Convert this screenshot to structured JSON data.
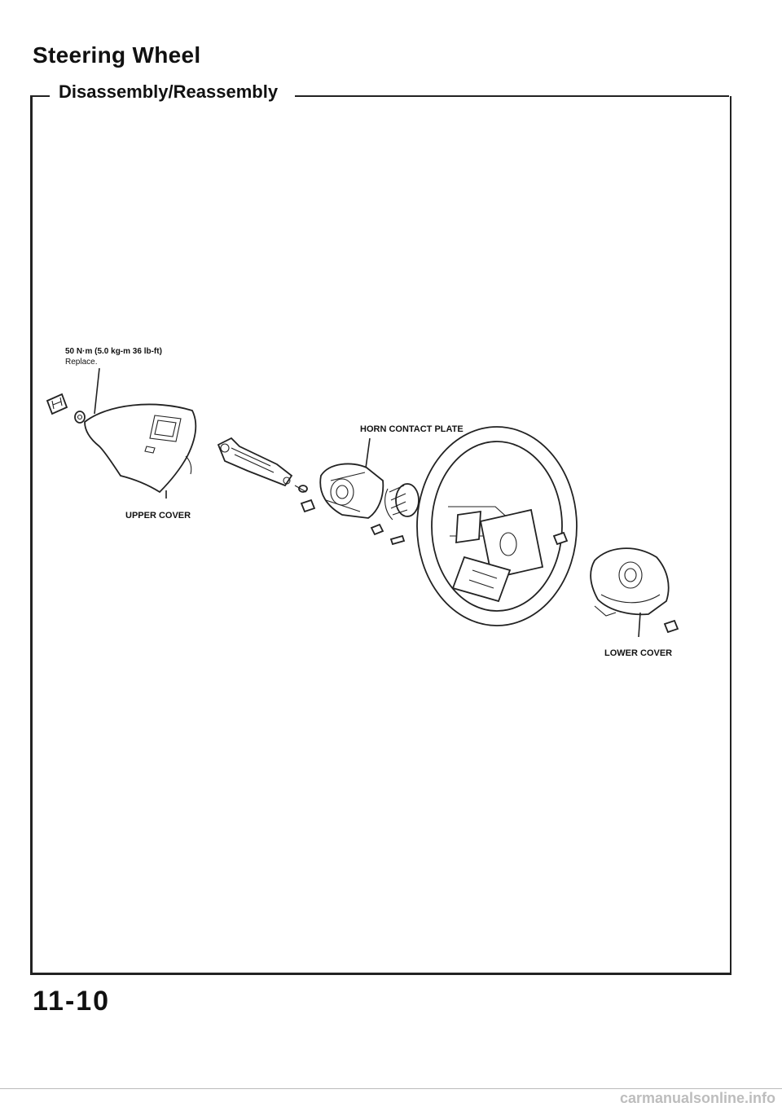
{
  "page": {
    "title": "Steering Wheel",
    "section": "Disassembly/Reassembly",
    "page_number": "11-10",
    "footer_watermark": "carmanualsonline.info"
  },
  "diagram": {
    "torque_spec": "50 N·m (5.0 kg-m 36 lb-ft)",
    "torque_note": "Replace.",
    "labels": {
      "upper_cover": "UPPER COVER",
      "horn_contact_plate": "HORN CONTACT PLATE",
      "lower_cover": "LOWER COVER"
    }
  }
}
